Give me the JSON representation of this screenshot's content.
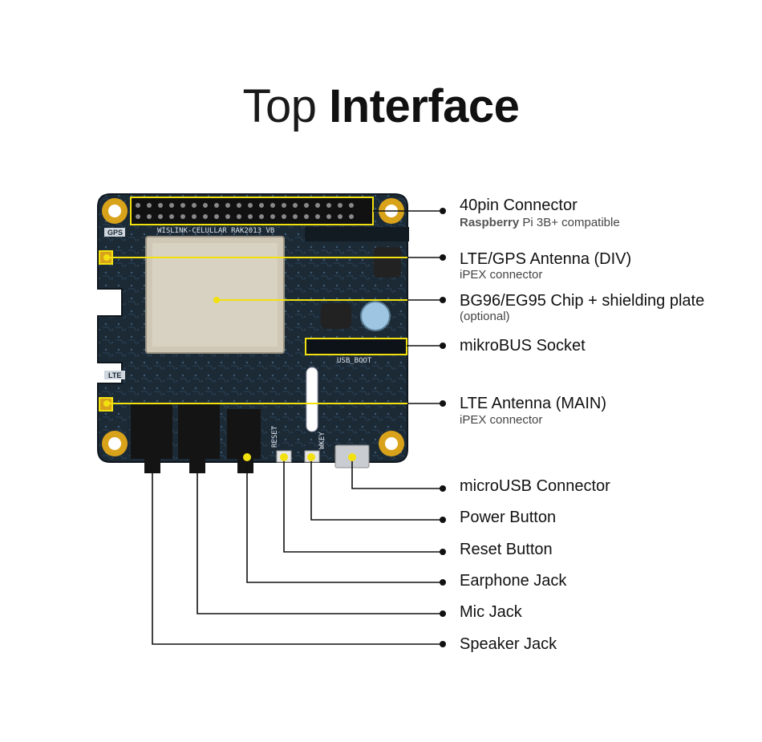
{
  "title": {
    "light": "Top",
    "bold": "Interface"
  },
  "board": {
    "silkscreen_title": "WISLINK-CELULLAR RAK2013 VB",
    "gps_label": "GPS",
    "lte_label": "LTE",
    "usb_boot_label": "USB_BOOT",
    "reset_label": "RESET",
    "wkey_label": "WKEY"
  },
  "callouts": [
    {
      "label": "40pin Connector",
      "sub_bold": "Raspberry",
      "sub_rest": " Pi 3B+ compatible"
    },
    {
      "label": "LTE/GPS Antenna (DIV)",
      "sub": "iPEX connector"
    },
    {
      "label": "BG96/EG95 Chip + shielding plate",
      "sub": "(optional)"
    },
    {
      "label": "mikroBUS Socket"
    },
    {
      "label": "LTE Antenna (MAIN)",
      "sub": "iPEX connector"
    },
    {
      "label": "microUSB Connector"
    },
    {
      "label": "Power Button"
    },
    {
      "label": "Reset Button"
    },
    {
      "label": "Earphone Jack"
    },
    {
      "label": "Mic Jack"
    },
    {
      "label": "Speaker Jack"
    }
  ],
  "colors": {
    "pcb": "#1c2a36",
    "highlight": "#f2e10f",
    "line": "#111111",
    "pad": "#d9a21b"
  }
}
